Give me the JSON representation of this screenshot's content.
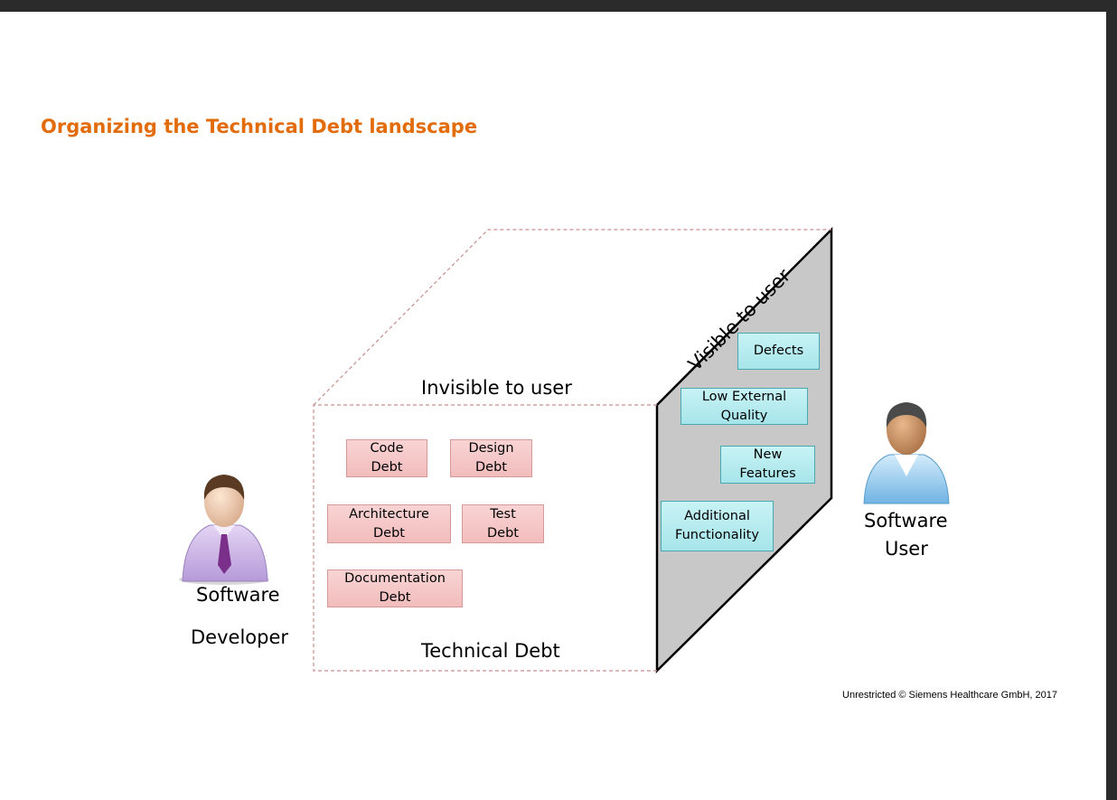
{
  "slide": {
    "title": "Organizing the Technical Debt landscape",
    "footer": "Unrestricted © Siemens Healthcare GmbH, 2017"
  },
  "cube": {
    "invisible_label": "Invisible to user",
    "visible_label": "Visible to user",
    "bottom_label": "Technical Debt",
    "debt_items": [
      {
        "label": "Code\nDebt"
      },
      {
        "label": "Design\nDebt"
      },
      {
        "label": "Architecture\nDebt"
      },
      {
        "label": "Test\nDebt"
      },
      {
        "label": "Documentation\nDebt"
      }
    ],
    "visible_items": [
      {
        "label": "Defects"
      },
      {
        "label": "Low External\nQuality"
      },
      {
        "label": "New\nFeatures"
      },
      {
        "label": "Additional\nFunctionality"
      }
    ]
  },
  "actors": {
    "developer": {
      "line1": "Software",
      "line2": "Developer"
    },
    "user": {
      "line1": "Software",
      "line2": "User"
    }
  },
  "colors": {
    "title": "#e36c0a",
    "pink_box": "#f5c6c6",
    "cyan_box": "#b6ecf0",
    "side_face": "#c8c8c8"
  }
}
